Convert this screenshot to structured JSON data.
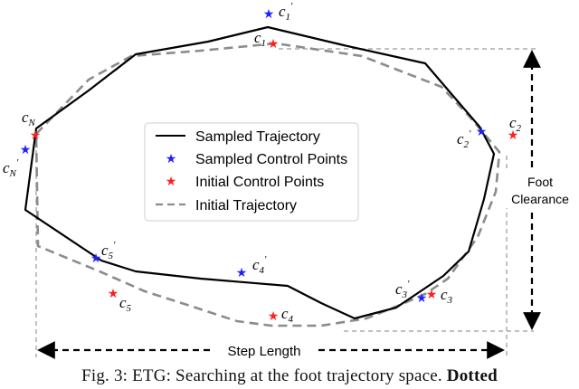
{
  "legend": {
    "items": [
      {
        "label": "Sampled Trajectory",
        "kind": "line",
        "color": "#000000"
      },
      {
        "label": "Sampled Control Points",
        "kind": "star",
        "color": "#1f1fff"
      },
      {
        "label": "Initial Control Points",
        "kind": "star",
        "color": "#ff1f1f"
      },
      {
        "label": "Initial Trajectory",
        "kind": "dashed",
        "color": "#8c8c8c"
      }
    ]
  },
  "points": {
    "c1p": {
      "label": "c",
      "sub": "1",
      "sup": "'"
    },
    "c1": {
      "label": "c",
      "sub": "1",
      "sup": ""
    },
    "cN": {
      "label": "c",
      "sub": "N",
      "sup": ""
    },
    "cNp": {
      "label": "c",
      "sub": "N",
      "sup": "'"
    },
    "c2": {
      "label": "c",
      "sub": "2",
      "sup": ""
    },
    "c2p": {
      "label": "c",
      "sub": "2",
      "sup": "'"
    },
    "c5p": {
      "label": "c",
      "sub": "5",
      "sup": "'"
    },
    "c5": {
      "label": "c",
      "sub": "5",
      "sup": ""
    },
    "c4p": {
      "label": "c",
      "sub": "4",
      "sup": "'"
    },
    "c4": {
      "label": "c",
      "sub": "4",
      "sup": ""
    },
    "c3p": {
      "label": "c",
      "sub": "3",
      "sup": "'"
    },
    "c3": {
      "label": "c",
      "sub": "3",
      "sup": ""
    }
  },
  "dimensions": {
    "foot_clearance_line1": "Foot",
    "foot_clearance_line2": "Clearance",
    "step_length": "Step Length"
  },
  "caption": {
    "prefix": "Fig. 3: ETG: Searching at the foot trajectory space.",
    "bold": "Dotted"
  }
}
